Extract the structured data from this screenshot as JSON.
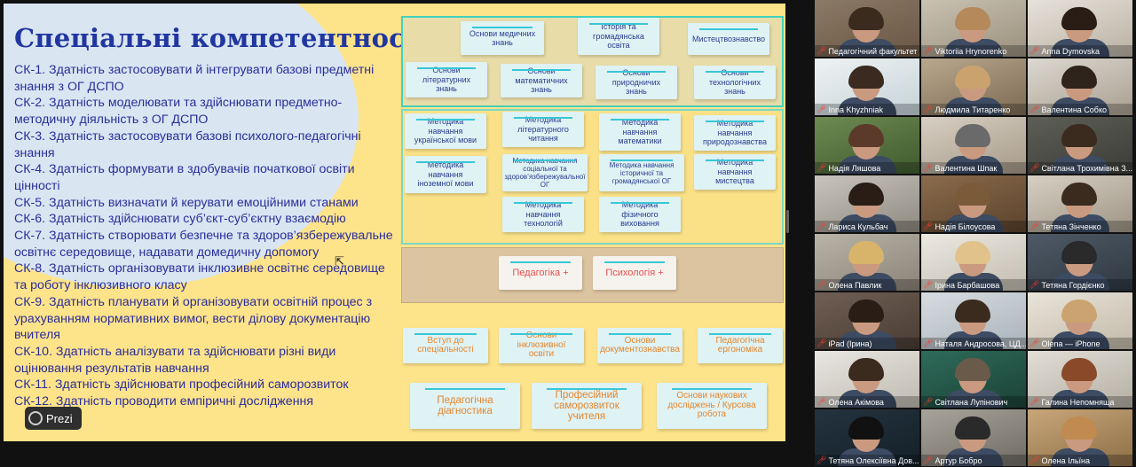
{
  "slide": {
    "title": "Спеціальні компетентності",
    "competencies": [
      "СК-1. Здатність застосовувати й інтегрувати базові предметні знання з ОГ ДСПО",
      "СК-2.  Здатність моделювати та здійснювати предметно-методичну діяльність з ОГ ДСПО",
      "СК-3.  Здатність застосовувати базові психолого-педагогічні знання",
      "СК-4.  Здатність формувати в здобувачів початкової освіти цінності",
      "СК-5.  Здатність визначати й керувати емоційними станами",
      "СК-6.  Здатність здійснювати суб’єкт-суб’єктну взаємодію",
      "СК-7.  Здатність створювати безпечне та здоров’язбережувальне освітнє середовище, надавати домедичну допомогу",
      "СК-8.  Здатність організовувати інклюзивне освітнє середовище та роботу інклюзивного класу",
      "СК-9.  Здатність планувати й організовувати освітній процес з урахуванням нормативних вимог, вести ділову документацію вчителя",
      "СК-10. Здатність аналізувати та здійснювати різні види оцінювання результатів навчання",
      "СК-11. Здатність здійснювати професійний саморозвиток",
      "СК-12. Здатність проводити емпіричні дослідження"
    ],
    "top_cards": [
      "Основи медичних знань",
      "Історія та громадянська освіта",
      "Мистецтвознавство",
      "Основи літературних знань",
      "Основи математичних знань",
      "Основи природничих знань",
      "Основи технологічних знань"
    ],
    "method_cards": [
      "Методика навчання української мови",
      "Методика літературного читання",
      "Методика навчання математики",
      "Методика навчання природознавства",
      "Методика навчання іноземної мови",
      "Методика навчання соціальної та здоров’язбережувальної ОГ",
      "Методика навчання історичної та громадянської ОГ",
      "Методика навчання мистецтва",
      "Методика навчання технологій",
      "Методика фізичного виховання"
    ],
    "psych_cards": [
      "Педагогіка +",
      "Психологія +"
    ],
    "bottom_cards": [
      "Вступ до спеціальності",
      "Основи інклюзивної освіти",
      "Основи документознавства",
      "Педагогічна ергономіка",
      "Педагогічна діагностика",
      "Професійний саморозвиток учителя",
      "Основи наукових досліджень / Курсова робота"
    ]
  },
  "prezi": {
    "label": "Prezi"
  },
  "participants": [
    "Педагогічний факультет Д...",
    "Viktoriia Hrynorenko",
    "Anna Dymovska",
    "Inna Khyzhniak",
    "Людмила Титаренко",
    "Валентина Собко",
    "Надія Ляшова",
    "Валентина Шпак",
    "Світлана Трохимівна З...",
    "Лариса Кульбач",
    "Надія Білоусова",
    "Тетяна Зінченко",
    "Олена Павлик",
    "Ірина Барбашова",
    "Тетяна Гордієнко",
    "iPad (Ірина)",
    "Наталя Андросова, ЦД...",
    "Olena — iPhone",
    "Олена Акімова",
    "Світлана Лупінович",
    "Галина Непомняща",
    "Тетяна Олексіївна Дов...",
    "Артур Бобро",
    "Олена Ільїна"
  ],
  "colors": {
    "slide_bg": "#fde38a",
    "title": "#2236a0",
    "text": "#2b2d9a",
    "card_line": "#38c7d6",
    "active_tile": "#4cd3e0"
  },
  "icons": {
    "prezi": "prezi-logo-icon",
    "muted": "mic-muted-icon",
    "cursor": "mouse-cursor-icon"
  }
}
